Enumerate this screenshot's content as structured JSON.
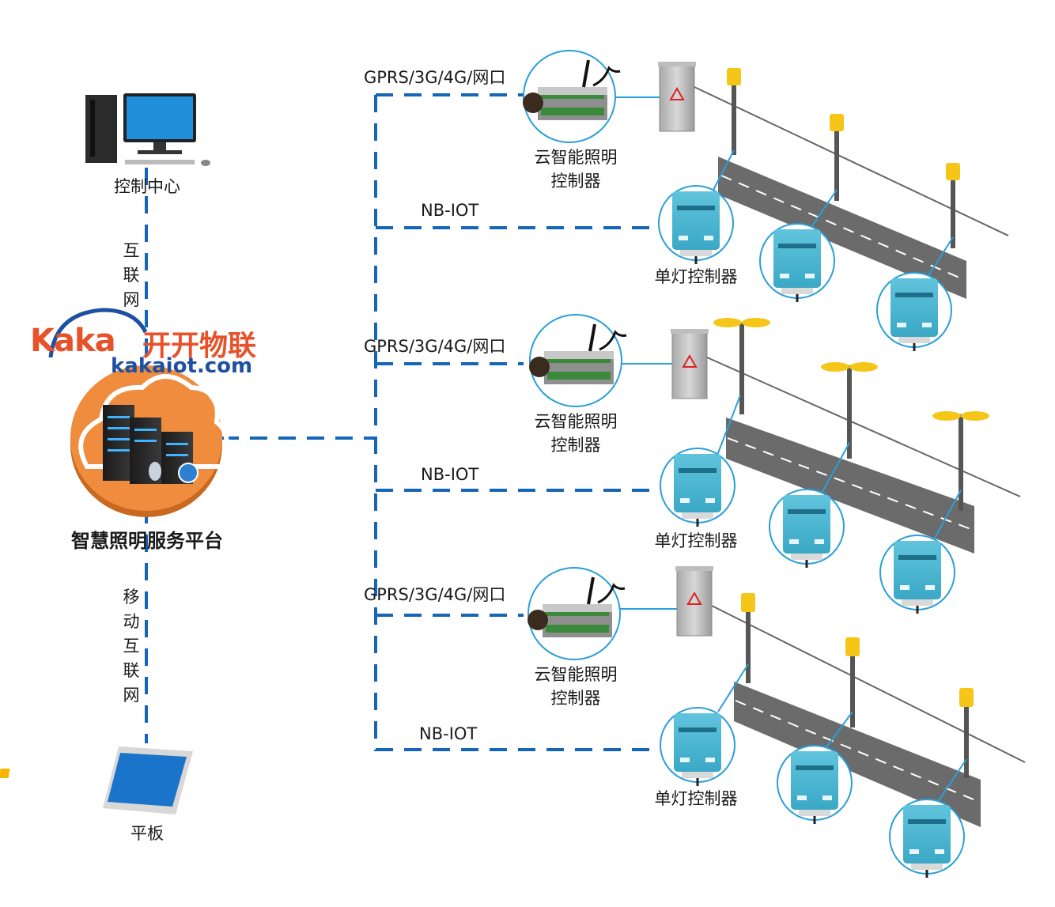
{
  "labels": {
    "control_center": "控制中心",
    "internet": [
      "互",
      "联",
      "网"
    ],
    "mobile_internet": [
      "移",
      "动",
      "互",
      "联",
      "网"
    ],
    "tablet": "平板",
    "platform": "智慧照明服务平台"
  },
  "logo": {
    "brand_latin": "Kaka",
    "brand_cn": "开开物联",
    "url": "kakaiot.com"
  },
  "groups": [
    {
      "link_gprs": "GPRS/3G/4G/网口",
      "link_nb": "NB-IOT",
      "cloud_controller": [
        "云智能照明",
        "控制器"
      ],
      "single_controller": "单灯控制器"
    },
    {
      "link_gprs": "GPRS/3G/4G/网口",
      "link_nb": "NB-IOT",
      "cloud_controller": [
        "云智能照明",
        "控制器"
      ],
      "single_controller": "单灯控制器"
    },
    {
      "link_gprs": "GPRS/3G/4G/网口",
      "link_nb": "NB-IOT",
      "cloud_controller": [
        "云智能照明",
        "控制器"
      ],
      "single_controller": "单灯控制器"
    }
  ],
  "colors": {
    "link_line": "#1565b8",
    "light_line": "#2a9fd8",
    "platform_orange": "#ef8c3e",
    "controller_teal": "#4bb6d2",
    "lamp_yellow": "#f5c518",
    "road_gray": "#6b6b6b",
    "logo_orange": "#e8522a",
    "logo_blue": "#1f4fa0"
  }
}
